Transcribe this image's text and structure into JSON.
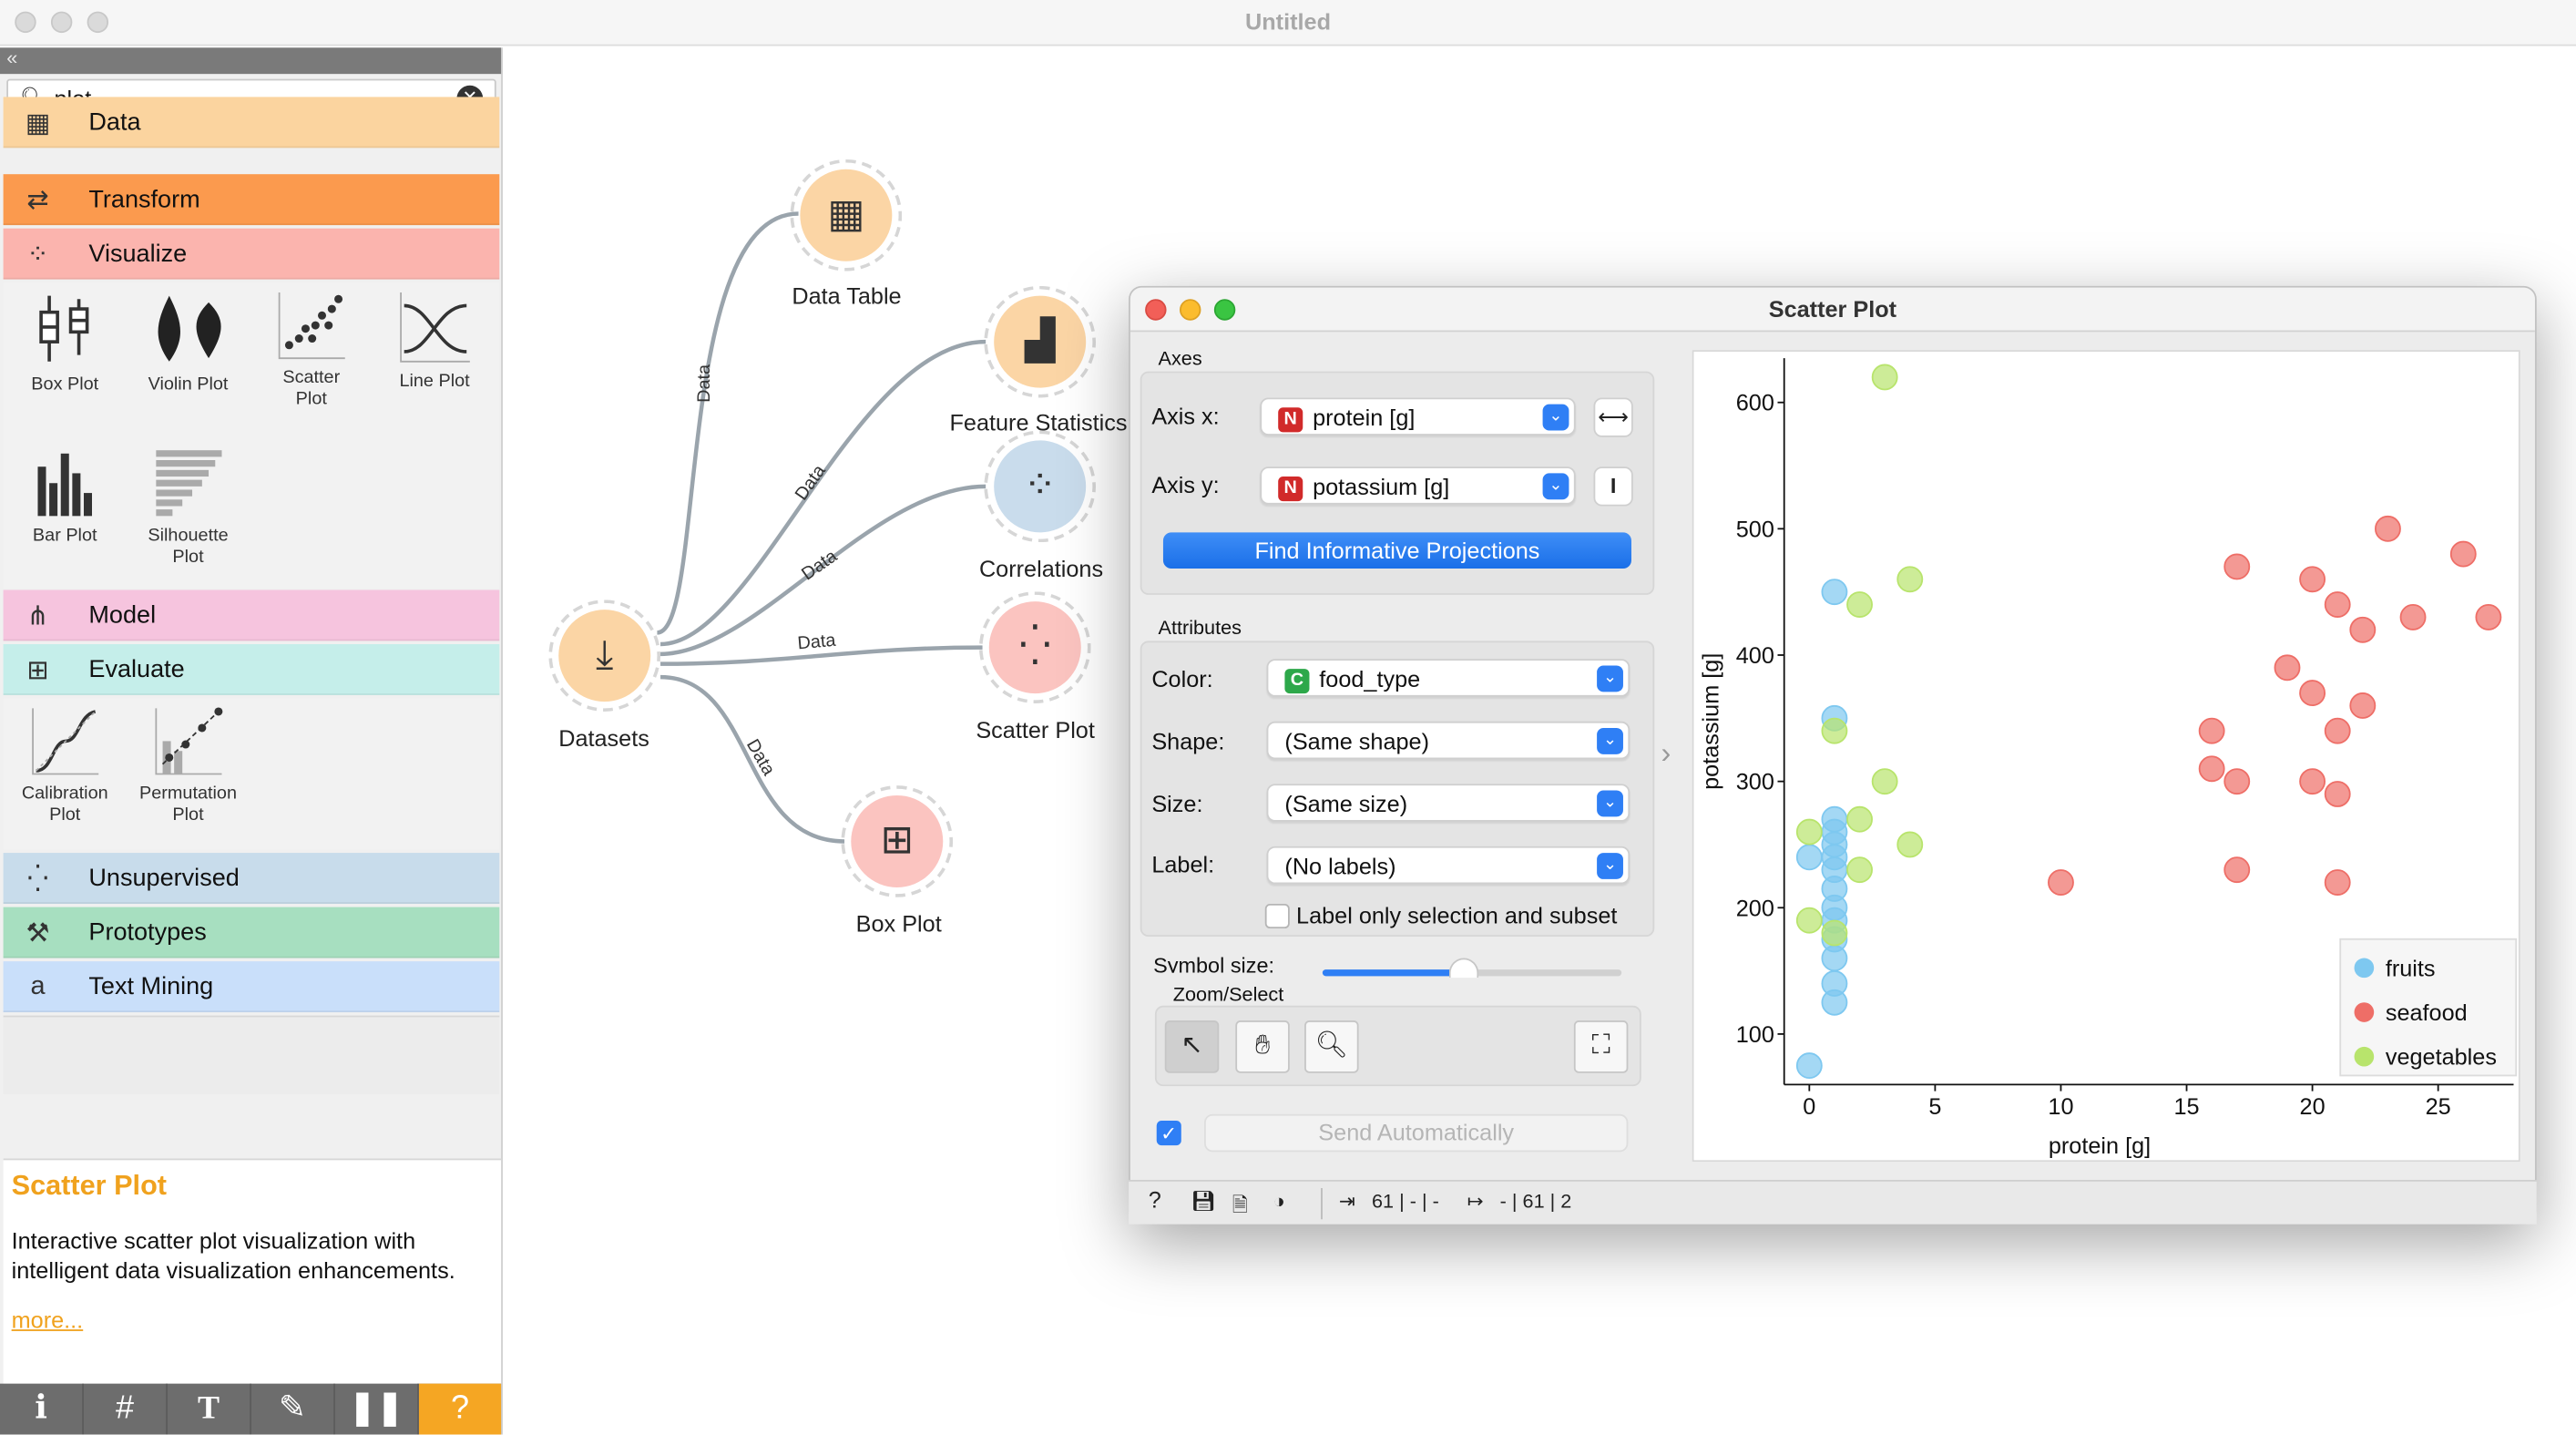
{
  "window": {
    "title": "Untitled"
  },
  "dock": {
    "collapse_glyph": "«",
    "search": {
      "value": "plot",
      "placeholder": ""
    },
    "categories": [
      {
        "label": "Data",
        "color": "#fbd49f",
        "icon": "table-icon"
      },
      {
        "label": "Transform",
        "color": "#fb9a4e",
        "icon": "transform-icon"
      },
      {
        "label": "Visualize",
        "color": "#fbb4ae",
        "icon": "visualize-icon"
      },
      {
        "label": "Model",
        "color": "#f6c4de",
        "icon": "model-icon"
      },
      {
        "label": "Evaluate",
        "color": "#c5eeea",
        "icon": "evaluate-icon"
      },
      {
        "label": "Unsupervised",
        "color": "#c8dceb",
        "icon": "unsupervised-icon"
      },
      {
        "label": "Prototypes",
        "color": "#a7dfc0",
        "icon": "prototypes-icon"
      },
      {
        "label": "Text Mining",
        "color": "#c9dffa",
        "icon": "text-mining-icon"
      }
    ],
    "visualize_widgets": [
      {
        "label": "Box Plot"
      },
      {
        "label": "Violin Plot"
      },
      {
        "label": "Scatter\nPlot"
      },
      {
        "label": "Line Plot"
      },
      {
        "label": "Bar Plot"
      },
      {
        "label": "Silhouette\nPlot"
      }
    ],
    "evaluate_widgets": [
      {
        "label": "Calibration\nPlot"
      },
      {
        "label": "Permutation\nPlot"
      }
    ],
    "help": {
      "title": "Scatter Plot",
      "description": "Interactive scatter plot visualization with intelligent data visualization enhancements.",
      "more_link": "more..."
    }
  },
  "canvas": {
    "nodes": [
      {
        "label": "Datasets",
        "color": "#fbd5a5"
      },
      {
        "label": "Data Table",
        "color": "#fbd5a5"
      },
      {
        "label": "Feature Statistics",
        "color": "#fbd5a5"
      },
      {
        "label": "Correlations",
        "color": "#c9dcec"
      },
      {
        "label": "Scatter Plot",
        "color": "#fbc4c0"
      },
      {
        "label": "Box Plot",
        "color": "#fbc4c0"
      }
    ],
    "link_label": "Data"
  },
  "scatter_window": {
    "title": "Scatter Plot",
    "axes_group": "Axes",
    "axis_x_label": "Axis x:",
    "axis_x_value": "protein [g]",
    "axis_y_label": "Axis y:",
    "axis_y_value": "potassium [g]",
    "numeric_badge": "N",
    "categorical_badge": "C",
    "find_projections": "Find Informative Projections",
    "attributes_group": "Attributes",
    "color_label": "Color:",
    "color_value": "food_type",
    "shape_label": "Shape:",
    "shape_value": "(Same shape)",
    "size_label": "Size:",
    "size_value": "(Same size)",
    "label_label": "Label:",
    "label_value": "(No labels)",
    "label_only_selection": "Label only selection and subset",
    "symbol_size_label": "Symbol size:",
    "symbol_size_fraction": 0.47,
    "zoom_group": "Zoom/Select",
    "send_automatically": "Send Automatically",
    "status": {
      "inputs": "61 | - | -",
      "outputs": "- | 61 | 2"
    }
  },
  "chart_data": {
    "type": "scatter",
    "xlabel": "protein [g]",
    "ylabel": "potassium [g]",
    "xlim": [
      -1,
      28
    ],
    "ylim": [
      60,
      635
    ],
    "x_ticks": [
      0,
      5,
      10,
      15,
      20,
      25
    ],
    "y_ticks": [
      100,
      200,
      300,
      400,
      500,
      600
    ],
    "legend_position": "bottom-right",
    "series": [
      {
        "name": "fruits",
        "color": "#7ec8f0",
        "points": [
          [
            0,
            75
          ],
          [
            0,
            240
          ],
          [
            1,
            450
          ],
          [
            1,
            350
          ],
          [
            1,
            270
          ],
          [
            1,
            260
          ],
          [
            1,
            250
          ],
          [
            1,
            240
          ],
          [
            1,
            230
          ],
          [
            1,
            215
          ],
          [
            1,
            200
          ],
          [
            1,
            190
          ],
          [
            1,
            175
          ],
          [
            1,
            160
          ],
          [
            1,
            140
          ],
          [
            1,
            125
          ]
        ]
      },
      {
        "name": "seafood",
        "color": "#ee6e67",
        "points": [
          [
            10,
            220
          ],
          [
            16,
            340
          ],
          [
            16,
            310
          ],
          [
            17,
            470
          ],
          [
            17,
            300
          ],
          [
            17,
            230
          ],
          [
            19,
            390
          ],
          [
            20,
            460
          ],
          [
            20,
            370
          ],
          [
            20,
            300
          ],
          [
            21,
            440
          ],
          [
            21,
            340
          ],
          [
            21,
            290
          ],
          [
            21,
            220
          ],
          [
            22,
            420
          ],
          [
            22,
            360
          ],
          [
            23,
            500
          ],
          [
            24,
            430
          ],
          [
            26,
            480
          ],
          [
            27,
            430
          ]
        ]
      },
      {
        "name": "vegetables",
        "color": "#b8e46c",
        "points": [
          [
            0,
            260
          ],
          [
            0,
            190
          ],
          [
            1,
            340
          ],
          [
            1,
            180
          ],
          [
            2,
            440
          ],
          [
            2,
            270
          ],
          [
            2,
            230
          ],
          [
            3,
            620
          ],
          [
            3,
            300
          ],
          [
            4,
            460
          ],
          [
            4,
            250
          ]
        ]
      }
    ]
  }
}
